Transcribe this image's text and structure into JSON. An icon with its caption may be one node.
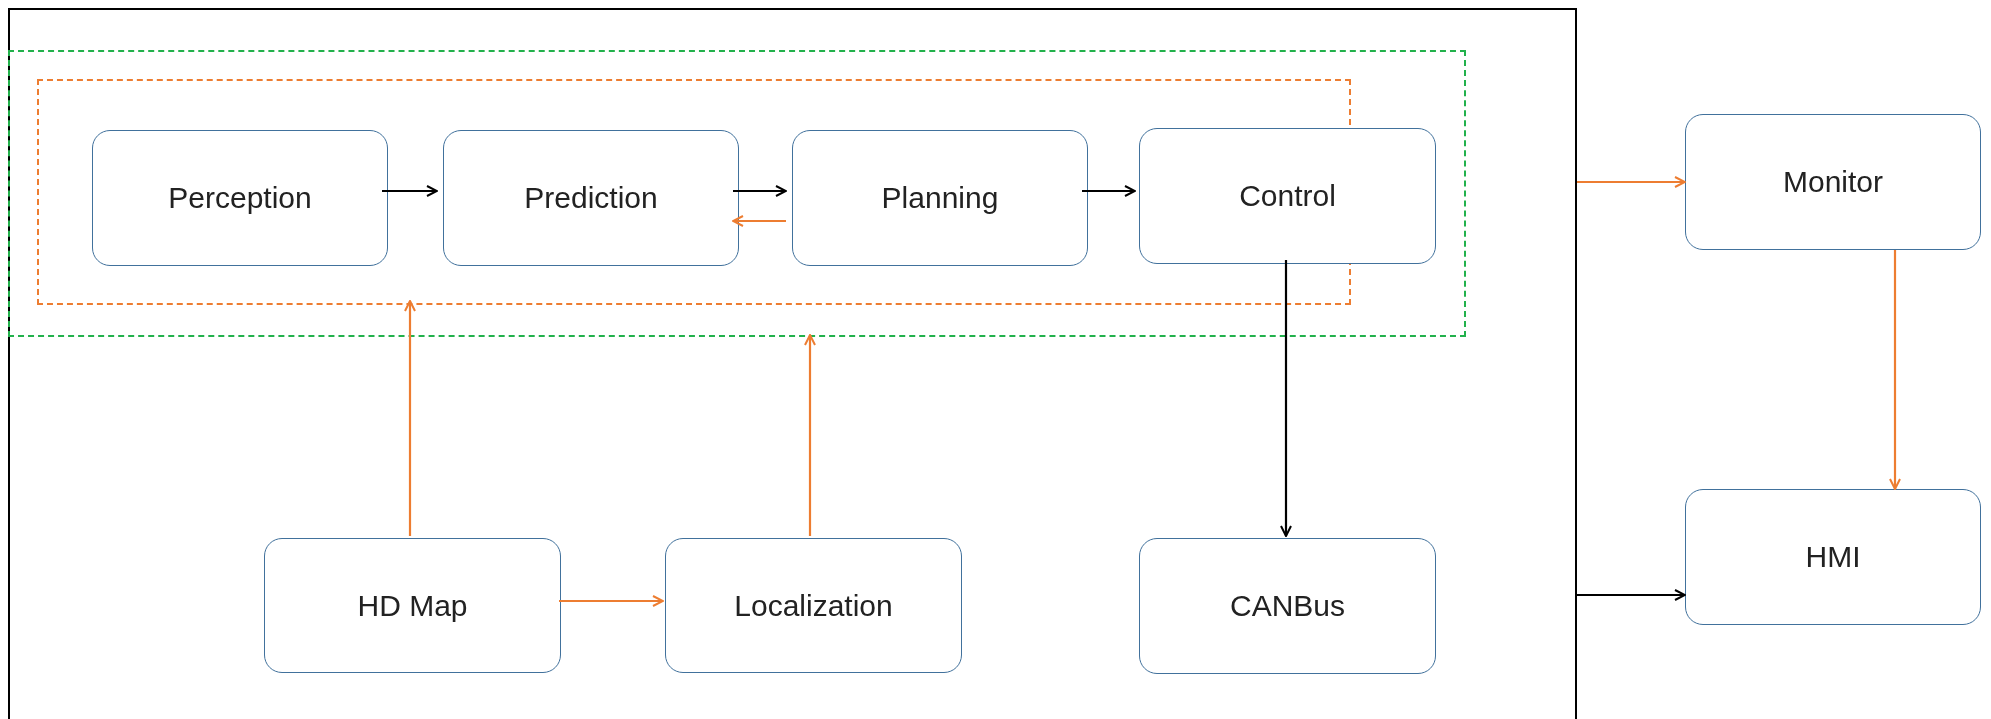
{
  "diagram": {
    "nodes": [
      {
        "text": [],
        "shape": "box"
      },
      {
        "text": [],
        "shape": "box",
        "in": 0
      },
      {
        "text": [],
        "shape": "box",
        "in": 1
      },
      {
        "text": [
          "Perception"
        ],
        "in": 2
      },
      {
        "text": [
          "Prediction"
        ],
        "in": 2
      },
      {
        "text": [
          "Planning"
        ],
        "in": 2
      },
      {
        "text": [
          "Control"
        ],
        "in": 1
      },
      {
        "text": [
          "Monitor"
        ]
      },
      {
        "text": [
          "HMI"
        ]
      },
      {
        "text": [
          "HD Map"
        ],
        "in": 0
      },
      {
        "text": [
          "Localization"
        ],
        "in": 0
      },
      {
        "text": [
          "CANBus"
        ],
        "in": 0
      }
    ],
    "edges": [
      {
        "from": 3,
        "to": 4,
        "arrow": "to",
        "color": "#000000"
      },
      {
        "from": 4,
        "to": 5,
        "arrow": "to",
        "color": "#000000"
      },
      {
        "from": 5,
        "to": 6,
        "arrow": "to",
        "color": "#000000"
      },
      {
        "from": 5,
        "to": 4,
        "arrow": "to"
      },
      {
        "from": 6,
        "to": 11,
        "arrow": "to",
        "color": "#000000"
      },
      {
        "from": 9,
        "to": 2,
        "arrow": "to"
      },
      {
        "from": 10,
        "to": 1,
        "arrow": "to"
      },
      {
        "from": 9,
        "to": 10,
        "arrow": "to"
      },
      {
        "from": 0,
        "to": 7,
        "arrow": "to"
      },
      {
        "from": 0,
        "to": 8,
        "arrow": "to",
        "color": "#000000"
      },
      {
        "from": 7,
        "to": 8,
        "arrow": "to"
      }
    ]
  }
}
